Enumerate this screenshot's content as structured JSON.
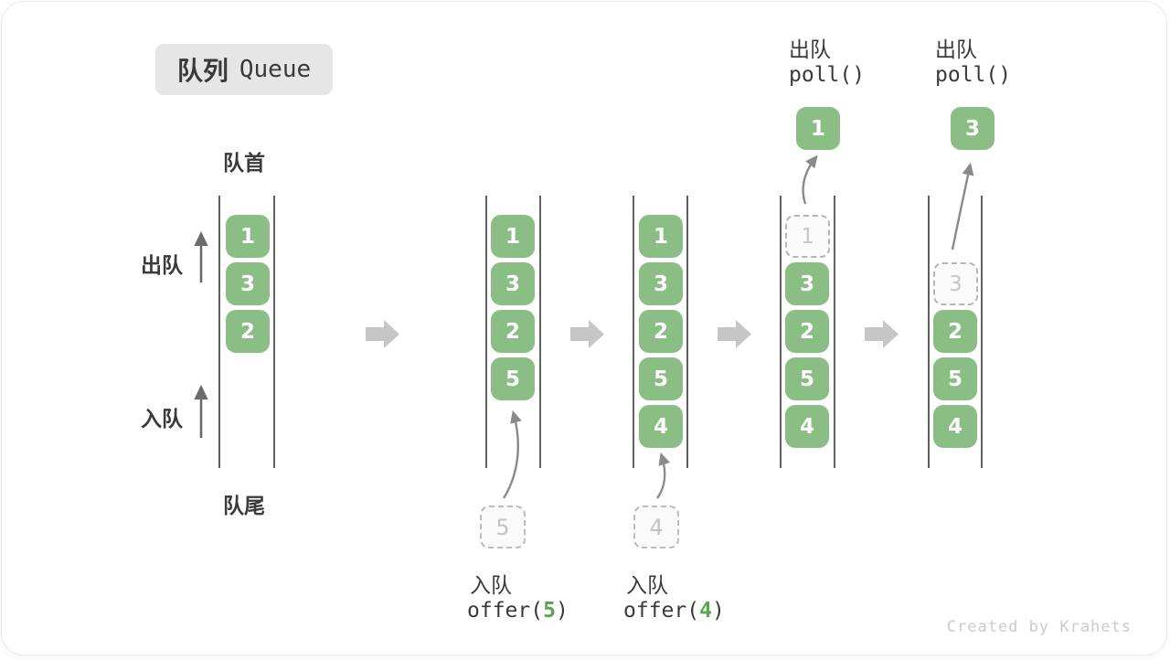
{
  "title": {
    "zh": "队列",
    "en": "Queue"
  },
  "side_labels": {
    "front": "队首",
    "rear": "队尾",
    "dequeue": "出队",
    "enqueue": "入队"
  },
  "colors": {
    "cell_green": "#8bbe84",
    "code_arg_green": "#5ba450",
    "block_arrow_gray": "#c6c6c6",
    "curved_arrow_gray": "#8a8a8a",
    "wall_gray": "#606060",
    "badge_bg": "#e6e6e6",
    "text_dark": "#3a3a3a"
  },
  "states": [
    {
      "cells": [
        "1",
        "3",
        "2"
      ]
    },
    {
      "cells": [
        "1",
        "3",
        "2",
        "5"
      ],
      "pending": "5",
      "op_zh": "入队",
      "op_code_pre": "offer(",
      "op_code_arg": "5",
      "op_code_post": ")"
    },
    {
      "cells": [
        "1",
        "3",
        "2",
        "5",
        "4"
      ],
      "pending": "4",
      "op_zh": "入队",
      "op_code_pre": "offer(",
      "op_code_arg": "4",
      "op_code_post": ")"
    },
    {
      "ghost": "1",
      "cells": [
        "3",
        "2",
        "5",
        "4"
      ],
      "outgoing": "1",
      "op_zh": "出队",
      "op_code": "poll()"
    },
    {
      "ghost": "3",
      "cells": [
        "2",
        "5",
        "4"
      ],
      "outgoing": "3",
      "op_zh": "出队",
      "op_code": "poll()"
    }
  ],
  "watermark": "Created by Krahets"
}
